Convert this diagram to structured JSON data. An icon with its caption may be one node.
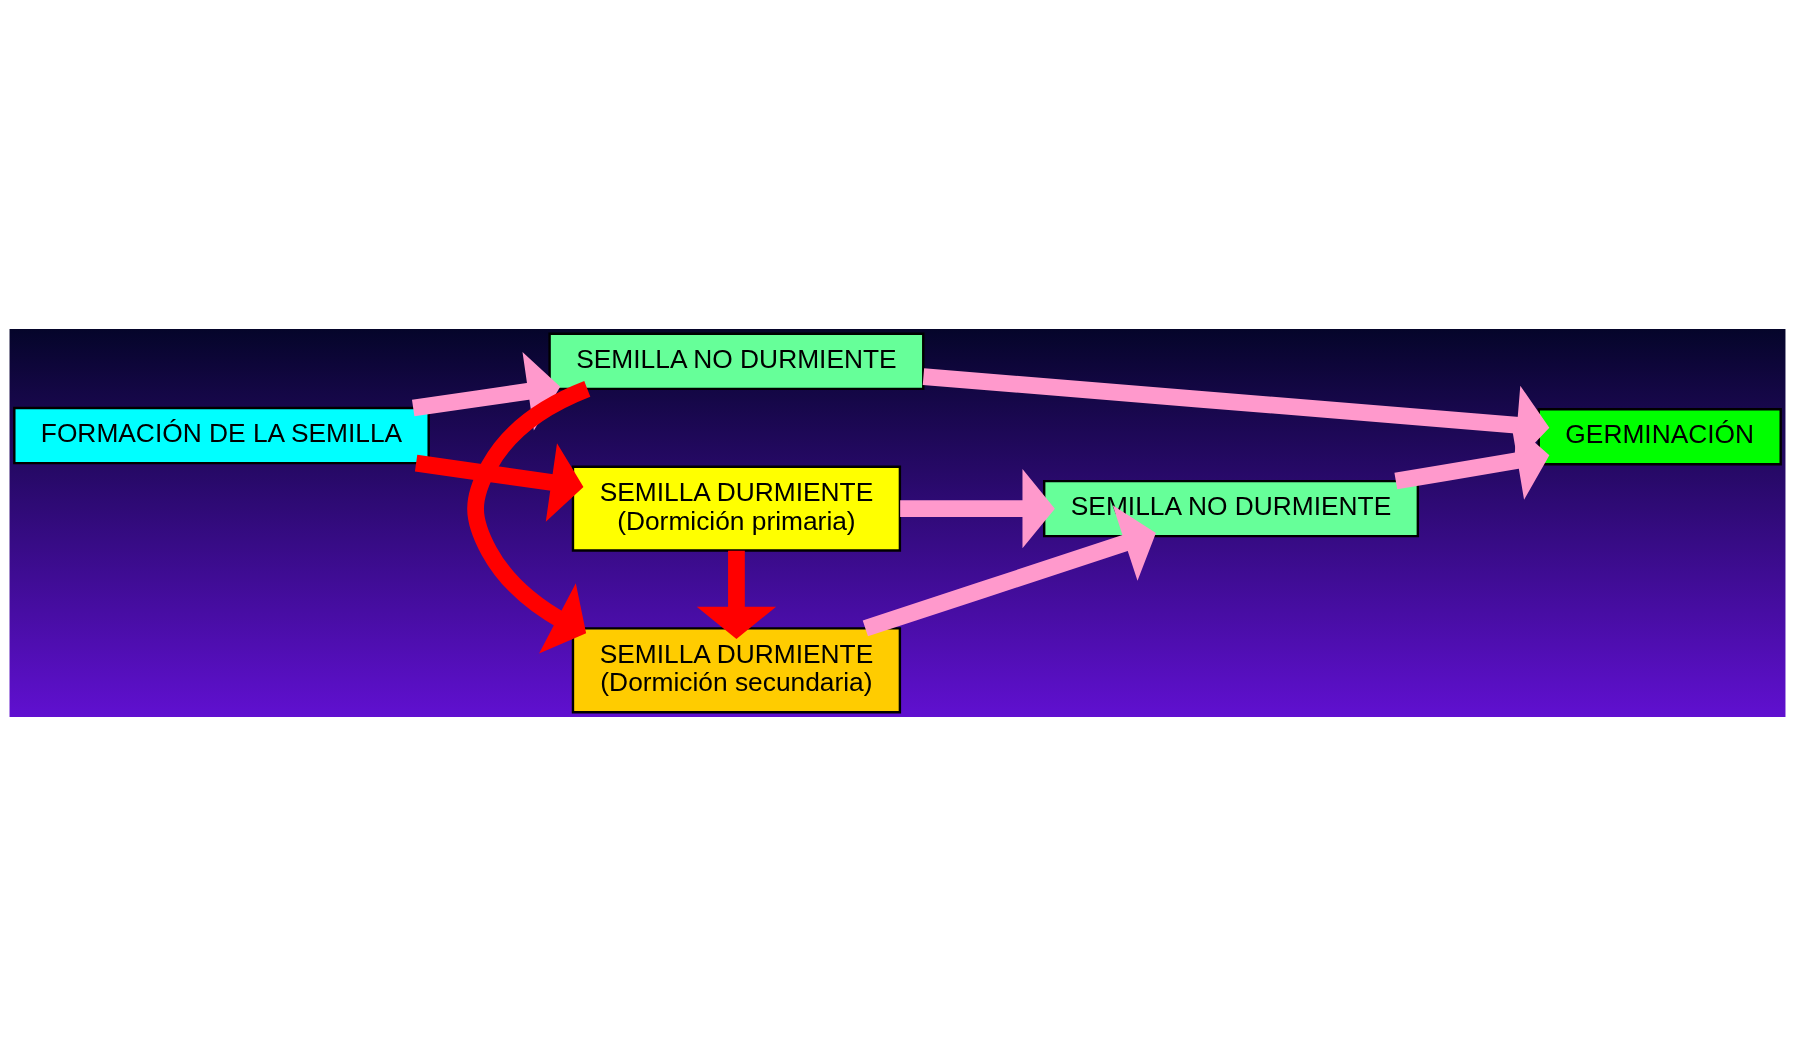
{
  "diagram": {
    "nodes": [
      {
        "text": [
          "FORMACIÓN DE LA SEMILLA"
        ]
      },
      {
        "text": [
          "SEMILLA DURMIENTE",
          "(Dormición primaria)"
        ]
      },
      {
        "text": [
          "SEMILLA DURMIENTE",
          "(Dormición secundaria)"
        ]
      },
      {
        "text": [
          "SEMILLA NO DURMIENTE"
        ]
      },
      {
        "text": [
          "GERMINACIÓN"
        ]
      },
      {
        "text": [
          "SEMILLA NO DURMIENTE"
        ]
      }
    ],
    "edges": [
      {
        "from": 0,
        "to": 1,
        "arrow": "to",
        "color": "#ff0000"
      },
      {
        "from": 0,
        "to": 5,
        "arrow": "to"
      },
      {
        "from": 1,
        "to": 2,
        "arrow": "to",
        "color": "#ff0000"
      },
      {
        "from": 5,
        "to": 2,
        "arrow": "to",
        "color": "#ff0000"
      },
      {
        "from": 1,
        "to": 3,
        "arrow": "to"
      },
      {
        "from": 2,
        "to": 3,
        "arrow": "to"
      },
      {
        "from": 3,
        "to": 4,
        "arrow": "to"
      },
      {
        "from": 5,
        "to": 4,
        "arrow": "to"
      }
    ]
  }
}
